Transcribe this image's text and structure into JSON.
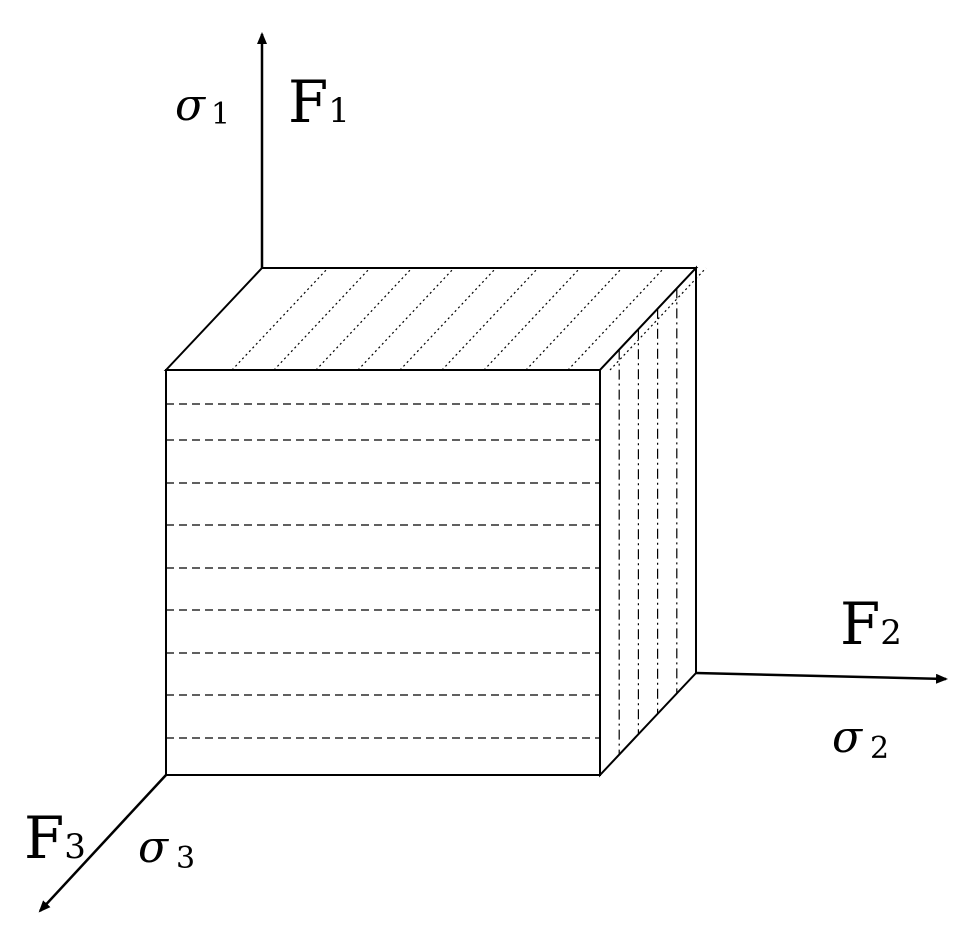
{
  "labels": {
    "axis1": {
      "force": "F",
      "force_sub": "1",
      "stress": "σ",
      "stress_sub": "1"
    },
    "axis2": {
      "force": "F",
      "force_sub": "2",
      "stress": "σ",
      "stress_sub": "2"
    },
    "axis3": {
      "force": "F",
      "force_sub": "3",
      "stress": "σ",
      "stress_sub": "3"
    }
  },
  "colors": {
    "stroke": "#000000",
    "background": "#ffffff"
  }
}
